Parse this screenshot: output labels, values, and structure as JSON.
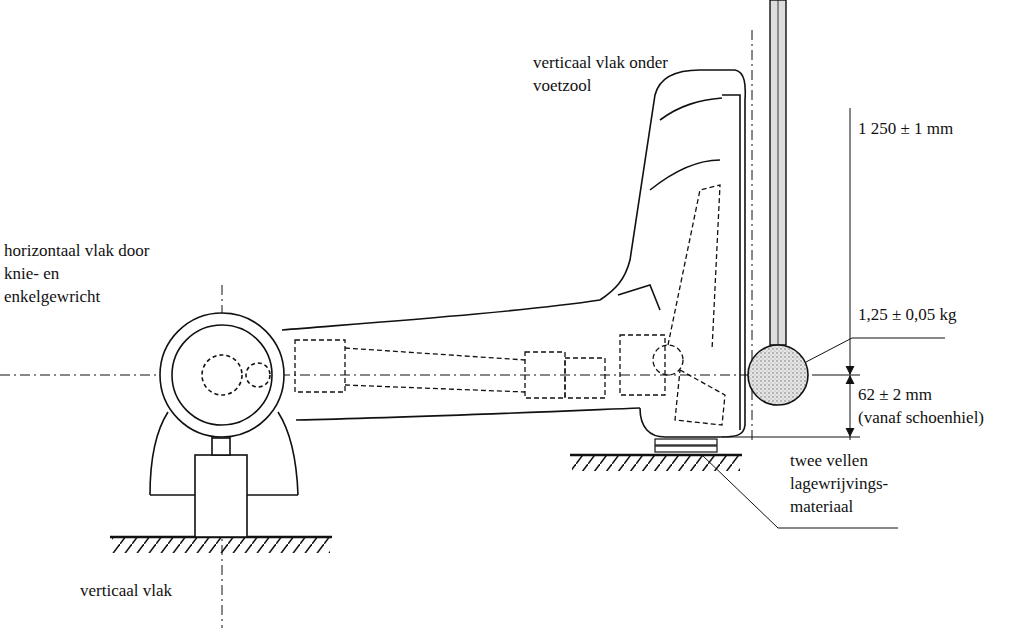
{
  "diagram": {
    "labels": [
      "verticaal vlak onder voetzool",
      "1 250 ± 1 mm",
      "horizontaal vlak door knie- en enkelgewricht",
      "1,25 ± 0,05 kg",
      "62 ± 2 mm",
      "(vanaf schoenhiel)",
      "twee vellen lagewrijvings- materiaal",
      "verticaal vlak"
    ]
  }
}
